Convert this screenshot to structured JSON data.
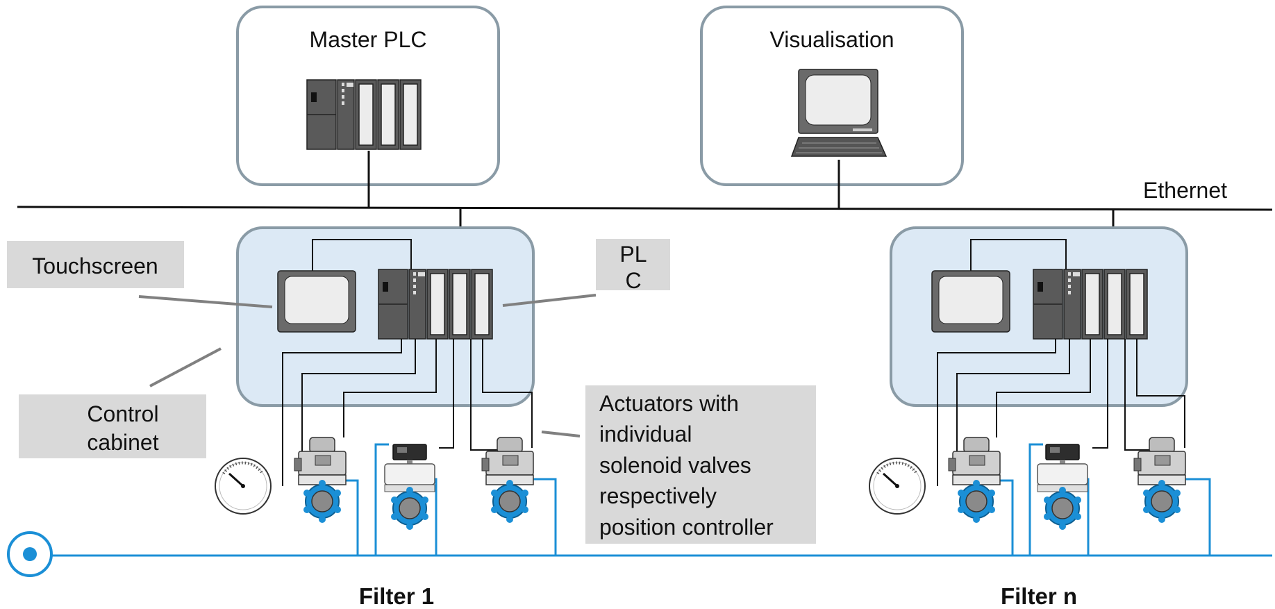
{
  "nodes": {
    "master_plc": "Master PLC",
    "visualisation": "Visualisation"
  },
  "bus": {
    "ethernet": "Ethernet"
  },
  "callouts": {
    "touchscreen": "Touchscreen",
    "plc_line1": "PL",
    "plc_line2": "C",
    "control_cabinet_line1": "Control",
    "control_cabinet_line2": "cabinet",
    "actuators_lines": [
      "Actuators with",
      "individual",
      "solenoid valves",
      "respectively",
      "position controller"
    ]
  },
  "filters": {
    "filter_1": "Filter 1",
    "filter_n": "Filter n"
  },
  "colors": {
    "pipe": "#1b8fd6",
    "cabinet_fill": "#dce9f5",
    "box_stroke": "#8a9ba6",
    "callout_fill": "#d9d9d9"
  },
  "icons": [
    "plc-rack-icon",
    "computer-monitor-icon",
    "touchscreen-icon",
    "pressure-gauge-icon",
    "actuator-valve-icon",
    "position-controller-icon",
    "flow-source-icon"
  ]
}
